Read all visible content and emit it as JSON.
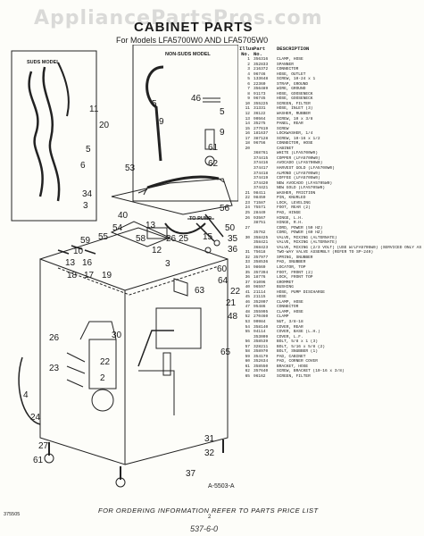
{
  "watermark": "AppliancePartsPros.com",
  "header": {
    "title": "CABINET PARTS",
    "subtitle": "For Models LFA5700W0 AND LFA5705W0"
  },
  "diagram": {
    "suds_label": "SUDS MODEL",
    "nonsuds_label": "NON-SUDS MODEL",
    "to_pump_label": "TO PUMP",
    "figure_code": "A-5503-A",
    "callouts": [
      "11",
      "20",
      "5",
      "6",
      "34",
      "3",
      "46",
      "5",
      "9",
      "5",
      "9",
      "61",
      "62",
      "53",
      "56",
      "50",
      "35",
      "36",
      "59",
      "10",
      "13",
      "16",
      "17",
      "18",
      "19",
      "40",
      "54",
      "55",
      "13",
      "58",
      "12",
      "26",
      "25",
      "3",
      "15",
      "60",
      "64",
      "22",
      "21",
      "48",
      "63",
      "65",
      "30",
      "22",
      "2",
      "26",
      "23",
      "4",
      "24",
      "27",
      "61",
      "31",
      "32",
      "37"
    ]
  },
  "parts_list": {
    "headers": [
      "Illus No.",
      "Part No.",
      "DESCRIPTION"
    ],
    "rows": [
      [
        "1",
        "356316",
        "CLAMP, HOSE"
      ],
      [
        "2",
        "352833",
        "SPANNER"
      ],
      [
        "3",
        "216372",
        "CONNECTOR"
      ],
      [
        "4",
        "96746",
        "HOSE, OUTLET"
      ],
      [
        "5",
        "133648",
        "SCREW, 10-24 x 1"
      ],
      [
        "6",
        "22360",
        "STRAP, GROUND"
      ],
      [
        "7",
        "356489",
        "WIRE, GROUND"
      ],
      [
        "8",
        "91173",
        "HOSE, GOOSENECK"
      ],
      [
        "9",
        "96745",
        "HOSE, GOOSENECK"
      ],
      [
        "10",
        "355225",
        "SCREEN, FILTER"
      ],
      [
        "11",
        "31331",
        "HOSE, INLET (3)"
      ],
      [
        "12",
        "36122",
        "WASHER, RUBBER"
      ],
      [
        "13",
        "90564",
        "SCREW, 10 x 3/8"
      ],
      [
        "14",
        "35275",
        "PANEL, REAR"
      ],
      [
        "15",
        "277619",
        "SCREW"
      ],
      [
        "16",
        "181637",
        "LOCKWASHER, 1/4"
      ],
      [
        "17",
        "387128",
        "SCREW, 10-16 x 1/2"
      ],
      [
        "18",
        "96756",
        "CONNECTOR, HOSE"
      ],
      [
        "20",
        "",
        "CABINET"
      ],
      [
        "",
        "368761",
        "WHITE (LFA5700W0)"
      ],
      [
        "",
        "374415",
        "COPPER (LFA5700W0)"
      ],
      [
        "",
        "374416",
        "AVOCADO (LFA5700W0)"
      ],
      [
        "",
        "374417",
        "HARVEST GOLD (LFA5700W0)"
      ],
      [
        "",
        "374418",
        "ALMOND (LFA5705W0)"
      ],
      [
        "",
        "374419",
        "COFFEE (LFA5705W0)"
      ],
      [
        "",
        "374420",
        "NEW AVOCADO (LFA5705W0)"
      ],
      [
        "",
        "374421",
        "NEW GOLD (LFA5705W0)"
      ],
      [
        "21",
        "98411",
        "WASHER, FRICTION"
      ],
      [
        "22",
        "98459",
        "PIN, KNURLED"
      ],
      [
        "23",
        "71587",
        "LOCK, LEVELING"
      ],
      [
        "24",
        "75571",
        "FOOT, REAR (2)"
      ],
      [
        "25",
        "28449",
        "PAD, HINGE"
      ],
      [
        "26",
        "93567",
        "HINGE, L.H."
      ],
      [
        "",
        "38751",
        "HINGE, R.H."
      ],
      [
        "27",
        "",
        "CORD, POWER (50 HZ)"
      ],
      [
        "",
        "35762",
        "CORD, POWER (60 HZ)"
      ],
      [
        "30",
        "358425",
        "VALVE, MIXING (ALTERNATE)"
      ],
      [
        "",
        "358421",
        "VALVE, MIXING (ALTERNATE)"
      ],
      [
        "",
        "368423",
        "VALVE, MIXING (2/3 VOLT) (USE W/LFA5705W0) (SERVICED ONLY AS A COMPLETE ASSEMBLY)"
      ],
      [
        "31",
        "75618",
        "TWO-WAY VALVE ASSEMBLY (REFER TO SP-240)"
      ],
      [
        "32",
        "357977",
        "SPRING, SNUBBER"
      ],
      [
        "33",
        "358536",
        "PAD, SNUBBER"
      ],
      [
        "34",
        "98669",
        "LOCATOR, TOP"
      ],
      [
        "35",
        "357394",
        "FOOT, FRONT (2)"
      ],
      [
        "36",
        "18776",
        "LOCK, FRONT TOP"
      ],
      [
        "37",
        "91096",
        "GROMMET"
      ],
      [
        "40",
        "96597",
        "BUSHING"
      ],
      [
        "41",
        "21114",
        "HOSE, PUMP DISCHARGE"
      ],
      [
        "45",
        "21115",
        "HOSE"
      ],
      [
        "46",
        "352007",
        "CLAMP, HOSE"
      ],
      [
        "47",
        "95486",
        "CONNECTOR"
      ],
      [
        "48",
        "355995",
        "CLAMP, HOSE"
      ],
      [
        "52",
        "270460",
        "CLAMP"
      ],
      [
        "53",
        "90984",
        "NUT, 3/8-18"
      ],
      [
        "54",
        "358140",
        "COVER, REAR"
      ],
      [
        "55",
        "94114",
        "COVER, BASE (L.H.)"
      ],
      [
        "",
        "353009",
        "COVER, L.F."
      ],
      [
        "56",
        "358539",
        "BOLT, 5/8 x 1 (3)"
      ],
      [
        "57",
        "328211",
        "BOLT, 5/16 x 5/8 (2)"
      ],
      [
        "58",
        "358970",
        "BOLT, SNUBBER (1)"
      ],
      [
        "59",
        "354179",
        "PAD, CABINET"
      ],
      [
        "60",
        "352634",
        "PAD, CORNER COVER"
      ],
      [
        "61",
        "358550",
        "BRACKET, HOSE"
      ],
      [
        "62",
        "357640",
        "SCREW, BRACKET (10-16 x 3/8)"
      ],
      [
        "65",
        "96162",
        "SCREEN, FILTER"
      ]
    ]
  },
  "footer": {
    "order_note": "FOR ORDERING INFORMATION REFER TO PARTS PRICE LIST",
    "page_id": "375505",
    "page_number": "2",
    "handwriting": "537-6-0"
  }
}
